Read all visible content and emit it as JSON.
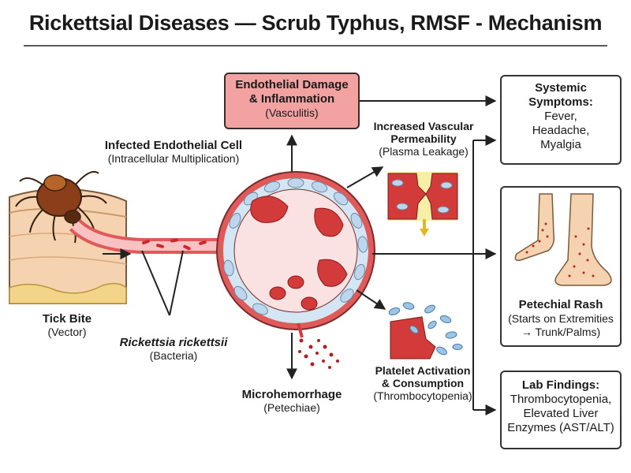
{
  "title": "Rickettsial Diseases — Scrub Typhus, RMSF - Mechanism",
  "nodes": {
    "endothelial_damage": {
      "title_line1": "Endothelial Damage",
      "title_line2": "& Inflammation",
      "sub": "(Vasculitis)"
    },
    "infected_cell": {
      "title": "Infected Endothelial Cell",
      "sub": "(Intracellular Multiplication)"
    },
    "vascular_permeability": {
      "title_line1": "Increased Vascular",
      "title_line2": "Permeability",
      "sub": "(Plasma Leakage)"
    },
    "tick_bite": {
      "title": "Tick Bite",
      "sub": "(Vector)"
    },
    "bacteria": {
      "title": "Rickettsia rickettsii",
      "sub": "(Bacteria)"
    },
    "microhemorrhage": {
      "title": "Microhemorrhage",
      "sub": "(Petechiae)"
    },
    "platelet": {
      "title_line1": "Platelet Activation",
      "title_line2": "& Consumption",
      "sub": "(Thrombocytopenia)"
    },
    "systemic": {
      "title_line1": "Systemic",
      "title_line2": "Symptoms:",
      "l1": "Fever,",
      "l2": "Headache,",
      "l3": "Myalgia"
    },
    "rash": {
      "title": "Petechial Rash",
      "l1": "(Starts on Extremities",
      "l2": "→ Trunk/Palms)"
    },
    "lab": {
      "title": "Lab Findings:",
      "l1": "Thrombocytopenia,",
      "l2": "Elevated Liver",
      "l3": "Enzymes (AST/ALT)"
    }
  },
  "colors": {
    "vessel": "#e05a5a",
    "cell": "#cfe3f2",
    "rbc": "#d33a3a",
    "tick": "#7a3a1a",
    "skin": "#f6d3b0",
    "box_red": "#f3a2a2"
  }
}
